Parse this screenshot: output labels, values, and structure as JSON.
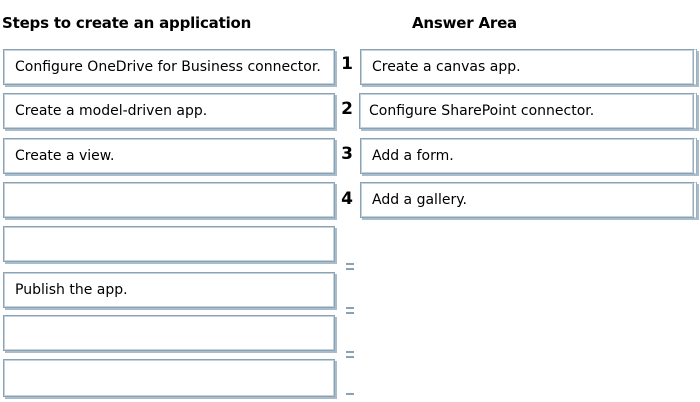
{
  "headings": {
    "steps": "Steps to create an application",
    "answer": "Answer Area"
  },
  "steps": [
    {
      "label": "Configure OneDrive for Business connector."
    },
    {
      "label": "Create a model-driven app."
    },
    {
      "label": "Create a view."
    },
    {
      "label": ""
    },
    {
      "label": ""
    },
    {
      "label": "Publish the app."
    },
    {
      "label": ""
    },
    {
      "label": ""
    }
  ],
  "answers": [
    {
      "number": "1",
      "label": "Create a canvas app."
    },
    {
      "number": "2",
      "label": "Configure SharePoint connector."
    },
    {
      "number": "3",
      "label": "Add a form."
    },
    {
      "number": "4",
      "label": "Add a gallery."
    }
  ]
}
